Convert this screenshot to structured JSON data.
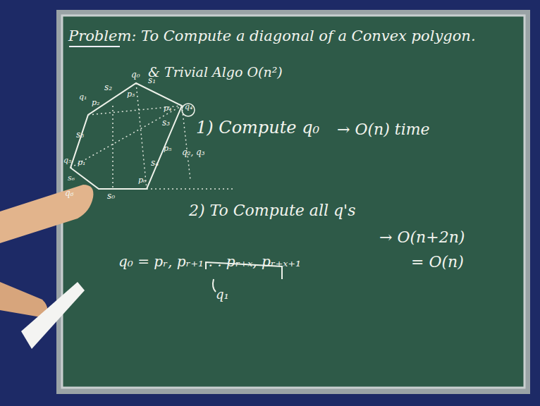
{
  "diagram": {
    "title": "Problem: To Compute a diagonal of a Convex polygon.",
    "labels": [
      "& Trivial Algo O(n²)",
      "1) Compute q₀",
      "→ O(n) time",
      "2) To Compute all q's",
      "→ O(n+2n)",
      "= O(n)",
      "q₀ = pᵣ, pᵣ₊₁ . . pᵣ₊ₓ, pᵣ₊ₓ₊₁",
      "q₁",
      "q₀",
      "s₂",
      "s₁",
      "p₃",
      "p₄",
      "q₄",
      "s₃",
      "p₅",
      "q₂, q₃",
      "s₄",
      "p₆",
      "q₁",
      "p₂",
      "s₅",
      "q₅",
      "p₁",
      "s₆",
      "q₆",
      "s₀"
    ]
  }
}
